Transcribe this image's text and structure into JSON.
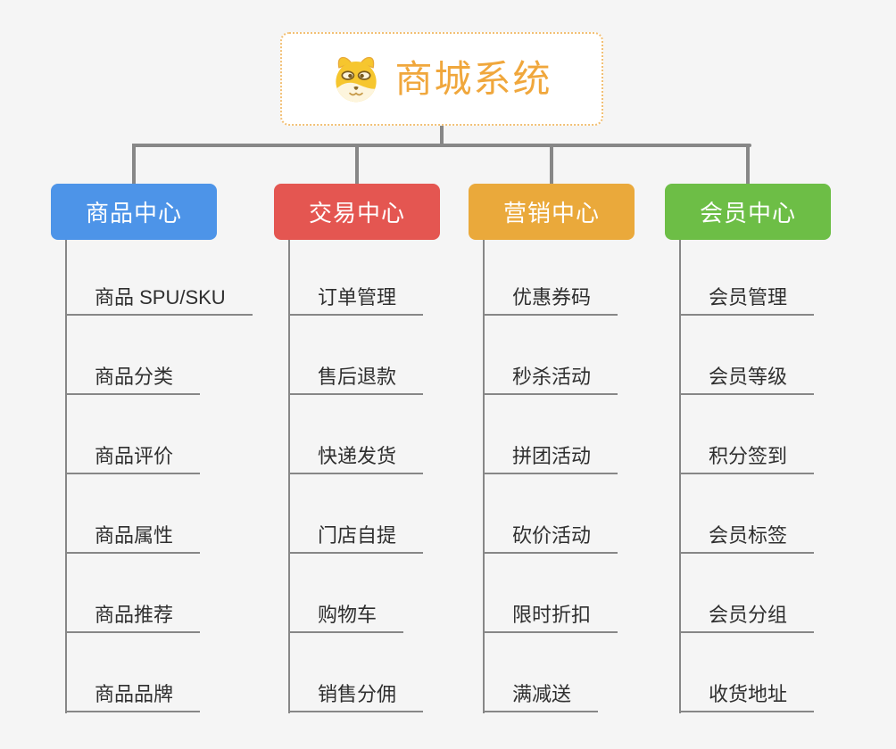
{
  "root": {
    "title": "商城系统",
    "icon": "doge-icon"
  },
  "branches": [
    {
      "label": "商品中心",
      "color": "#4d94e8",
      "items": [
        "商品 SPU/SKU",
        "商品分类",
        "商品评价",
        "商品属性",
        "商品推荐",
        "商品品牌"
      ]
    },
    {
      "label": "交易中心",
      "color": "#e45651",
      "items": [
        "订单管理",
        "售后退款",
        "快递发货",
        "门店自提",
        "购物车",
        "销售分佣"
      ]
    },
    {
      "label": "营销中心",
      "color": "#eaa93b",
      "items": [
        "优惠券码",
        "秒杀活动",
        "拼团活动",
        "砍价活动",
        "限时折扣",
        "满减送"
      ]
    },
    {
      "label": "会员中心",
      "color": "#6dbe46",
      "items": [
        "会员管理",
        "会员等级",
        "积分签到",
        "会员标签",
        "会员分组",
        "收货地址"
      ]
    }
  ],
  "style": {
    "background": "#f5f5f5",
    "line_color": "#878787",
    "title_color": "#f0a73c",
    "root_border_color": "#f2c075",
    "leaf_text_color": "#2f2f2f"
  }
}
